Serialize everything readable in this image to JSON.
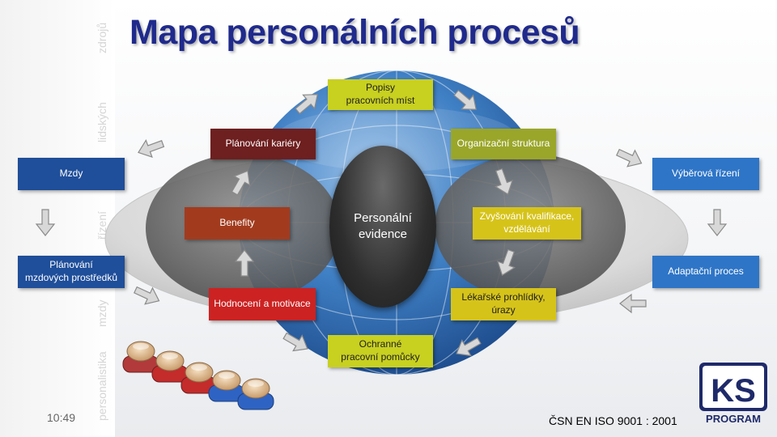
{
  "title": "Mapa personálních procesů",
  "side_texts": [
    "zdrojů",
    "lidských",
    "řízení",
    "mzdy",
    "personalistika"
  ],
  "center": "Personální\nevidence",
  "boxes": {
    "popisy": "Popisy\npracovních míst",
    "kariera": "Plánování kariéry",
    "organizace": "Organizační struktura",
    "mzdy": "Mzdy",
    "vyberova": "Výběrová řízení",
    "benefity": "Benefity",
    "kvalifikace": "Zvyšování kvalifikace,\nvzdělávání",
    "planovani_mzdovych": "Plánování\nmzdových prostředků",
    "adaptacni": "Adaptační proces",
    "hodnoceni": "Hodnocení a motivace",
    "lekarske": "Lékařské prohlídky,\núrazy",
    "ochranne": "Ochranné\npracovní pomůcky"
  },
  "colors": {
    "title": "#1f2a8c",
    "blue_box": "#1f4e9a",
    "light_blue_box": "#2e75c7",
    "dark_red_box": "#6e1f1f",
    "brown_box": "#a23b1e",
    "red_box": "#cc2222",
    "olive_box": "#9aa62a",
    "yellow_box": "#d6c31a",
    "lemon_box": "#c8d020"
  },
  "time": "10:49",
  "norm": "ČSN EN ISO 9001 : 2001",
  "logo": {
    "letters": "KS",
    "name": "PROGRAM"
  },
  "icons": [
    "arrow-icon",
    "people-icon",
    "globe-graphic",
    "ks-program-logo"
  ]
}
